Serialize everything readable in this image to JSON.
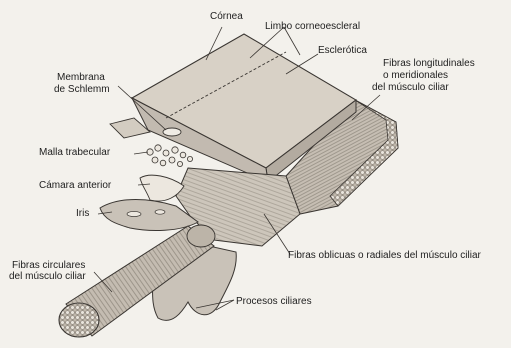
{
  "labels": {
    "cornea": "Córnea",
    "limbo": "Limbo corneoescleral",
    "esclerotica": "Esclerótica",
    "fibras_long_1": "Fibras longitudinales",
    "fibras_long_2": "o meridionales",
    "fibras_long_3": "del músculo ciliar",
    "membrana_1": "Membrana",
    "membrana_2": "de Schlemm",
    "malla": "Malla trabecular",
    "camara": "Cámara anterior",
    "iris": "Iris",
    "fibras_circ_1": "Fibras circulares",
    "fibras_circ_2": "del músculo ciliar",
    "fibras_obl": "Fibras oblicuas o radiales del músculo ciliar",
    "procesos": "Procesos ciliares"
  },
  "colors": {
    "background": "#f3f1ec",
    "tissue_fill": "#c9c2b8",
    "tissue_light": "#dcd6cc",
    "tissue_dark": "#9e968b",
    "line": "#3a3632",
    "text": "#1e1e1e"
  }
}
